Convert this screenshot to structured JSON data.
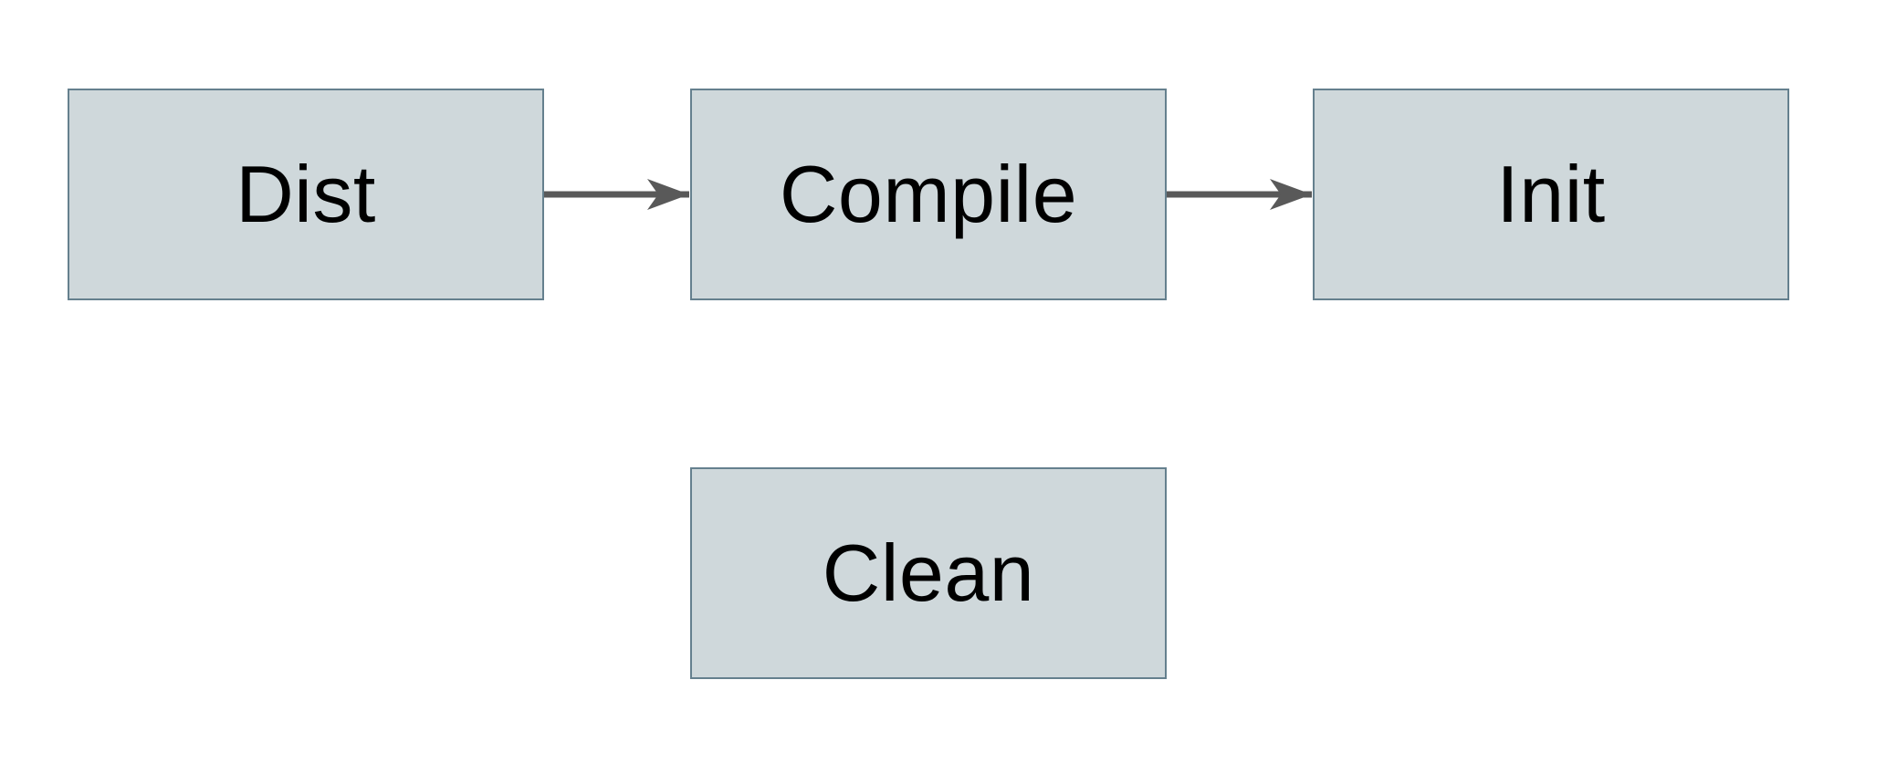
{
  "diagram": {
    "colors": {
      "background": "#ffffff",
      "node_fill": "#cfd8db",
      "node_border": "#65808e",
      "arrow": "#595959",
      "text": "#000000"
    },
    "nodes": [
      {
        "id": "dist",
        "label": "Dist"
      },
      {
        "id": "compile",
        "label": "Compile"
      },
      {
        "id": "init",
        "label": "Init"
      },
      {
        "id": "clean",
        "label": "Clean"
      }
    ],
    "edges": [
      {
        "from": "Dist",
        "to": "Compile"
      },
      {
        "from": "Compile",
        "to": "Init"
      }
    ]
  }
}
